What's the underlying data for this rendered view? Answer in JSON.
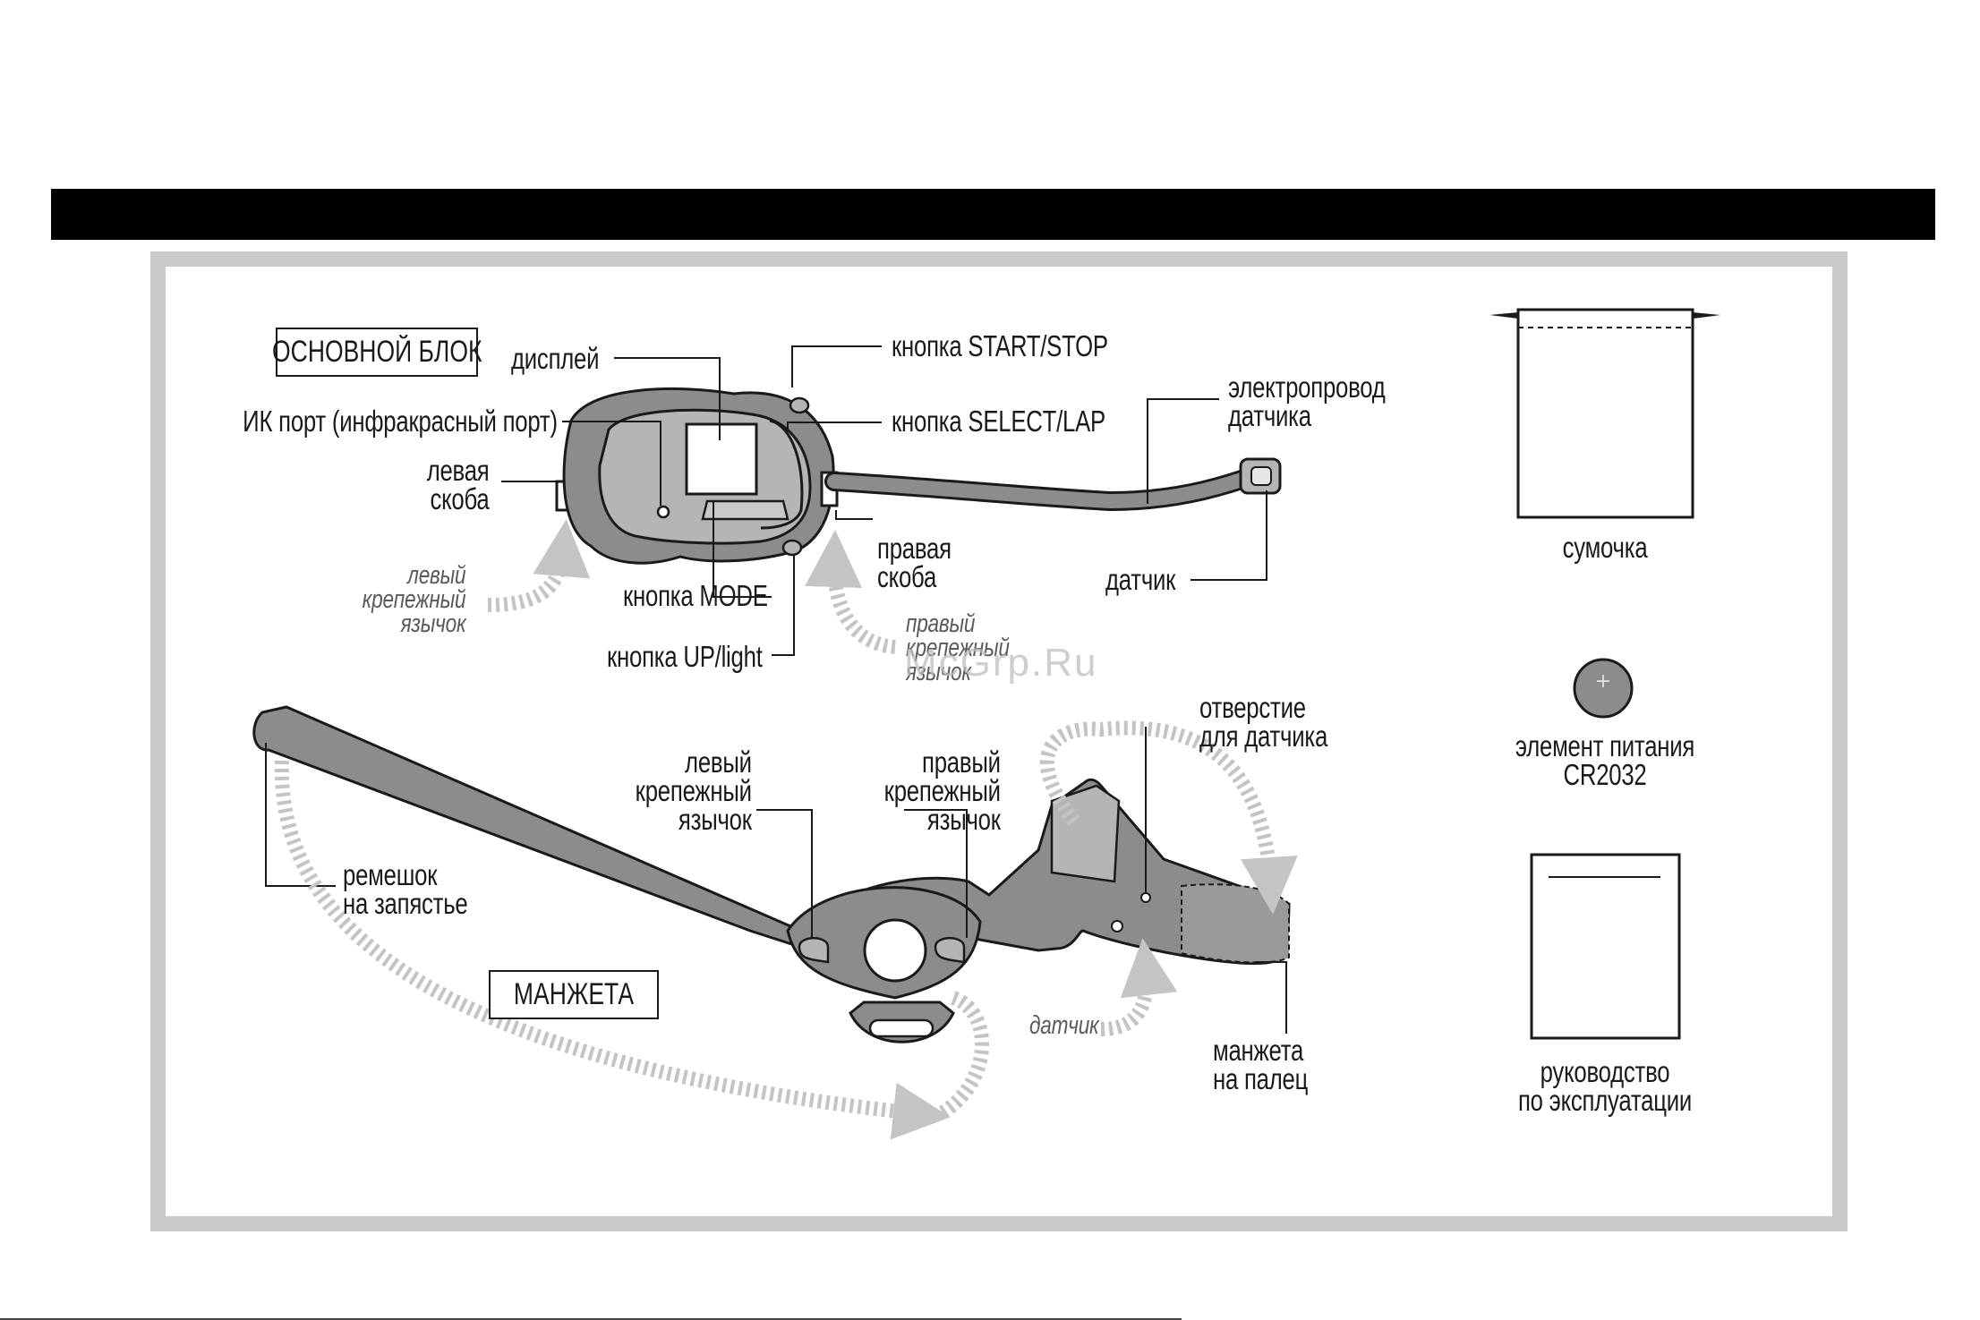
{
  "main_unit": {
    "title": "ОСНОВНОЙ БЛОК",
    "display": "дисплей",
    "ir_port": "ИК порт (инфракрасный порт)",
    "left_bracket": "левая\nскоба",
    "left_tab": "левый\nкрепежный\nязычок",
    "start_stop": "кнопка START/STOP",
    "select_lap": "кнопка SELECT/LAP",
    "sensor_cable": "электропровод\nдатчика",
    "right_bracket": "правая\nскоба",
    "sensor": "датчик",
    "mode": "кнопка MODE",
    "up_light": "кнопка UP/light",
    "right_tab": "правый\nкрепежный\nязычок"
  },
  "cuff": {
    "title": "МАНЖЕТА",
    "wrist_strap": "ремешок\nна запястье",
    "left_tab": "левый\nкрепежный\nязычок",
    "right_tab": "правый\nкрепежный\nязычок",
    "sensor_hole": "отверстие\nдля датчика",
    "sensor": "датчик",
    "finger_cuff": "манжета\nна палец"
  },
  "accessories": {
    "pouch": "сумочка",
    "battery": "элемент питания\nCR2032",
    "manual": "руководство\nпо эксплуатации"
  },
  "watermark": "McGrp.Ru",
  "colors": {
    "frame": "#c9c9c9",
    "device": "#8c8c8c",
    "device_light": "#b5b5b5",
    "arrow": "#c4c4c4"
  }
}
